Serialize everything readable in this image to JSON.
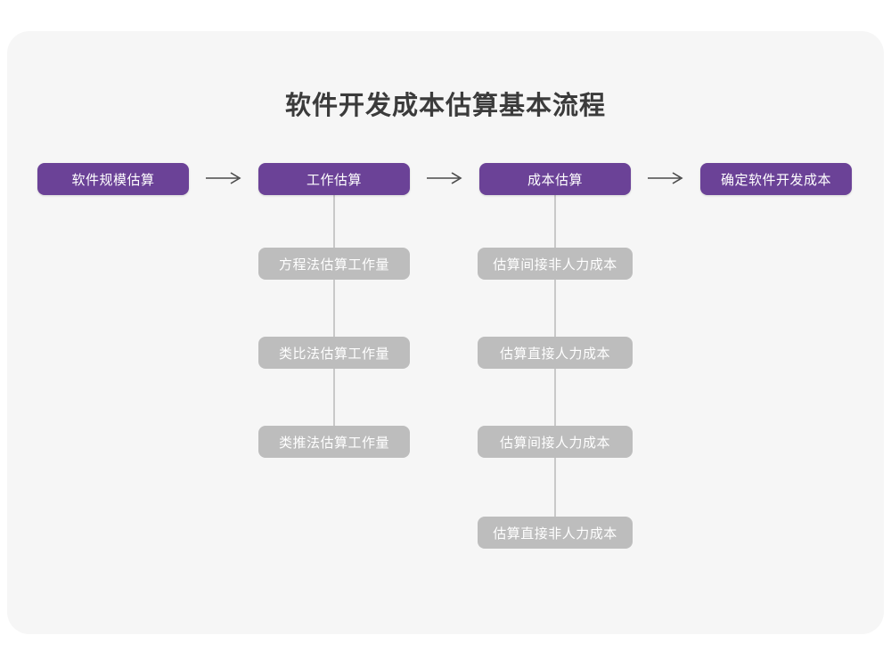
{
  "title": "软件开发成本估算基本流程",
  "colors": {
    "page_bg": "#ffffff",
    "card_bg": "#f6f6f6",
    "primary_purple": "#6b4297",
    "secondary_gray": "#bdbdbd",
    "connector": "#c9c9c9",
    "arrow": "#4a4a4a",
    "title_text": "#3b3b3b",
    "box_text": "#ffffff"
  },
  "main_flow": [
    {
      "label": "软件规模估算"
    },
    {
      "label": "工作估算"
    },
    {
      "label": "成本估算"
    },
    {
      "label": "确定软件开发成本"
    }
  ],
  "sub_flows": [
    {
      "parent": "工作估算",
      "items": [
        {
          "label": "方程法估算工作量"
        },
        {
          "label": "类比法估算工作量"
        },
        {
          "label": "类推法估算工作量"
        }
      ]
    },
    {
      "parent": "成本估算",
      "items": [
        {
          "label": "估算间接非人力成本"
        },
        {
          "label": "估算直接人力成本"
        },
        {
          "label": "估算间接人力成本"
        },
        {
          "label": "估算直接非人力成本"
        }
      ]
    }
  ]
}
